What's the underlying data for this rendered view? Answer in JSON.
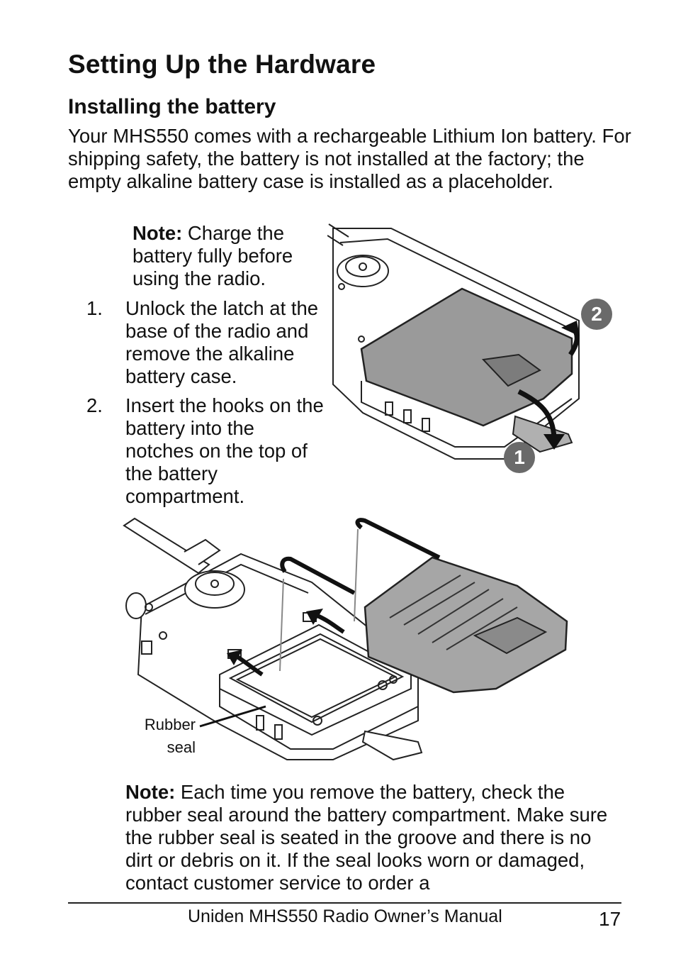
{
  "title": "Setting Up the Hardware",
  "subtitle": "Installing the battery",
  "intro": "Your MHS550 comes with a rechargeable Lithium Ion battery. For shipping safety, the battery is not installed at the factory; the empty alkaline battery case is installed as a placeholder.",
  "note1": {
    "label": "Note:",
    "text": " Charge the battery fully before using the radio."
  },
  "steps": [
    {
      "num": "1.",
      "text": "Unlock the latch at the base of the radio and remove the alkaline battery case."
    },
    {
      "num": "2.",
      "text": "Insert the hooks on the battery into the notches on the top of the battery compartment."
    }
  ],
  "figure1": {
    "callouts": [
      "2",
      "1"
    ]
  },
  "figure2": {
    "caption_line1": "Rubber",
    "caption_line2": "seal"
  },
  "note2": {
    "label": "Note:",
    "text": " Each time you remove the battery, check the rubber seal around the battery compartment. Make sure the rubber seal is seated in the groove and there is no dirt or debris on it. If the seal looks worn or damaged, contact customer service to order a"
  },
  "footer": {
    "manual": "Uniden MHS550 Radio Owner’s Manual",
    "page": "17"
  }
}
